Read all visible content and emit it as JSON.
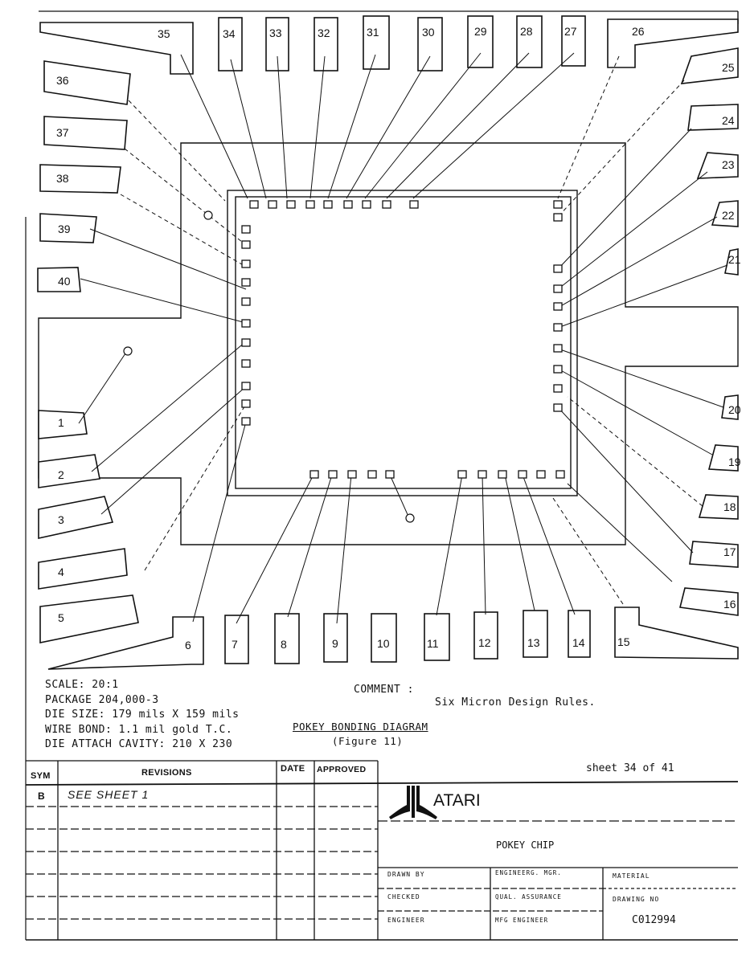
{
  "pins": {
    "1": "1",
    "2": "2",
    "3": "3",
    "4": "4",
    "5": "5",
    "6": "6",
    "7": "7",
    "8": "8",
    "9": "9",
    "10": "10",
    "11": "11",
    "12": "12",
    "13": "13",
    "14": "14",
    "15": "15",
    "16": "16",
    "17": "17",
    "18": "18",
    "19": "19",
    "20": "20",
    "21": "21",
    "22": "22",
    "23": "23",
    "24": "24",
    "25": "25",
    "26": "26",
    "27": "27",
    "28": "28",
    "29": "29",
    "30": "30",
    "31": "31",
    "32": "32",
    "33": "33",
    "34": "34",
    "35": "35",
    "36": "36",
    "37": "37",
    "38": "38",
    "39": "39",
    "40": "40"
  },
  "notes": {
    "scale": "SCALE:  20:1",
    "package": "PACKAGE 204,000-3",
    "die_size": "DIE SIZE:  179 mils X 159 mils",
    "wire_bond": "WIRE BOND:  1.1 mil gold T.C.",
    "cavity": "DIE ATTACH CAVITY:   210 X 230"
  },
  "comment": {
    "label": "COMMENT :",
    "text": "Six Micron Design Rules."
  },
  "title": "POKEY BONDING DIAGRAM",
  "figure": "(Figure 11)",
  "title_block": {
    "sym_header": "SYM",
    "revisions_header": "REVISIONS",
    "date_header": "DATE",
    "approved_header": "APPROVED",
    "rev_sym": "B",
    "rev_text": "SEE SHEET 1",
    "sheet": "sheet 34 of 41",
    "company": "ATARI",
    "part_name": "POKEY CHIP",
    "drawn_by": "DRAWN BY",
    "engineering_mgr": "ENGINEERG. MGR.",
    "material": "MATERIAL",
    "checked": "CHECKED",
    "quality_assurance": "QUAL. ASSURANCE",
    "drawing_no_label": "DRAWING NO",
    "engineer": "ENGINEER",
    "mfg_engineer": "MFG ENGINEER",
    "drawing_no": "C012994"
  }
}
